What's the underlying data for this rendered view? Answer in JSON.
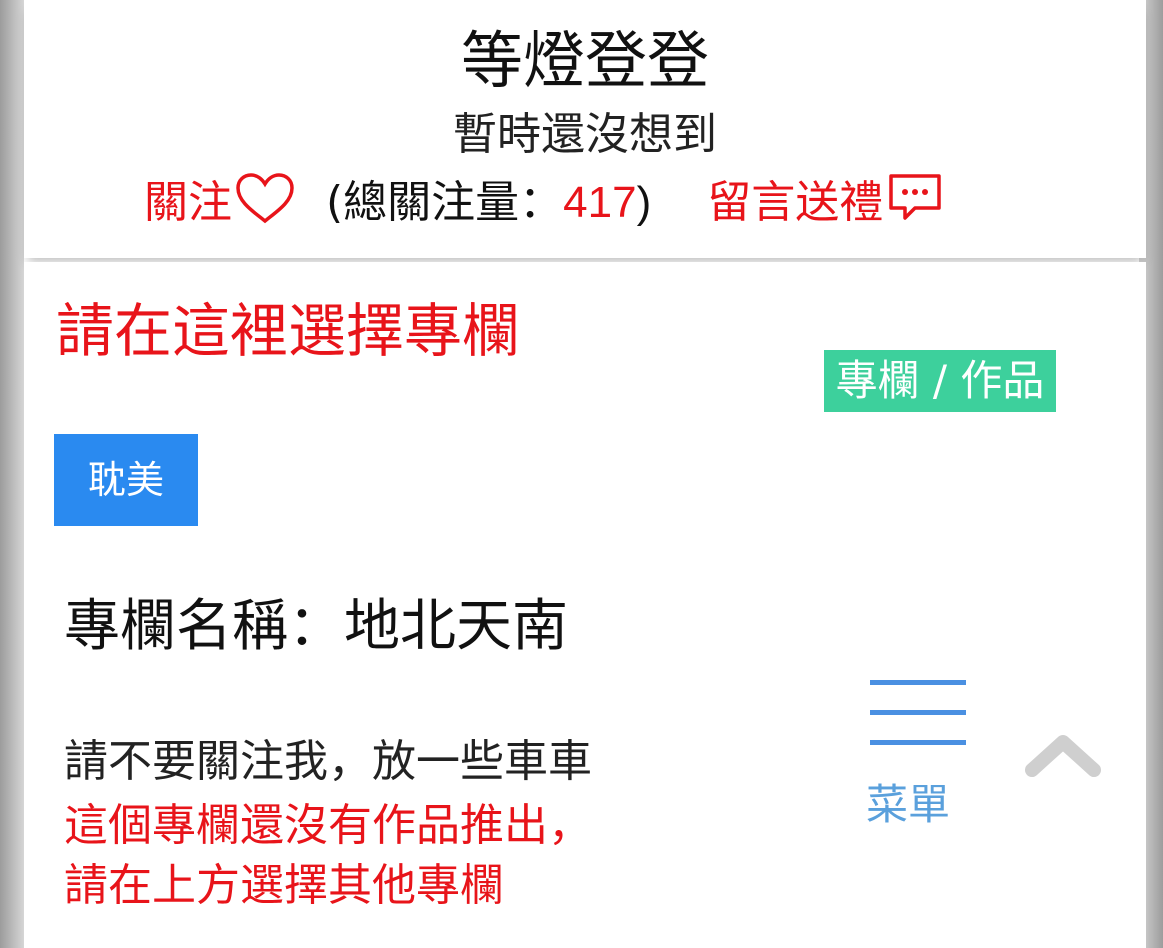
{
  "header": {
    "author_name": "等燈登登",
    "author_bio": "暫時還沒想到",
    "follow_label": "關注",
    "total_followers_label": "(總關注量：",
    "total_followers_count": "417",
    "total_followers_close": ")",
    "gift_label": "留言送禮"
  },
  "main": {
    "select_prompt": "請在這裡選擇專欄",
    "columns_works_button": "專欄 / 作品",
    "tag_button": "耽美",
    "column_name": "專欄名稱：地北天南",
    "column_description": "請不要關注我，放一些車車",
    "empty_notice_line1": "這個專欄還沒有作品推出，",
    "empty_notice_line2": "請在上方選擇其他專欄",
    "menu_label": "菜單"
  },
  "icons": {
    "follow": "heart-outline-icon",
    "gift": "chat-bubble-icon",
    "menu": "hamburger-menu-icon",
    "back_to_top": "chevron-up-icon"
  },
  "colors": {
    "accent_red": "#e8141a",
    "green_button": "#3dd09c",
    "blue_tag": "#2a8af0",
    "menu_blue": "#4a90e2"
  }
}
